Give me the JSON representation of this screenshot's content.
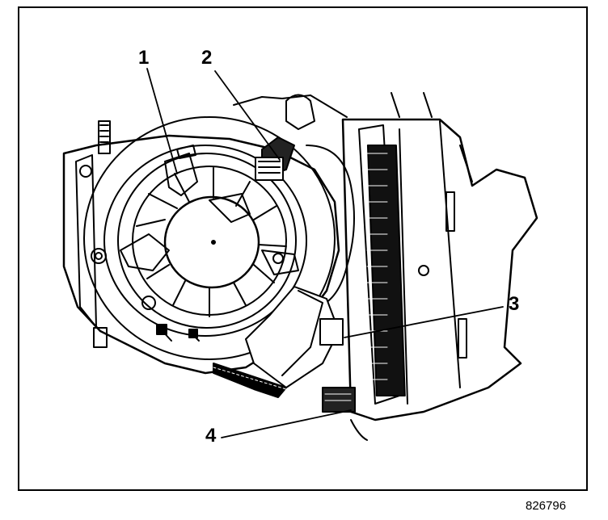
{
  "figure": {
    "callouts": [
      "1",
      "2",
      "3",
      "4"
    ],
    "figure_number": "826796"
  },
  "colors": {
    "ink": "#000000",
    "paper": "#ffffff"
  }
}
